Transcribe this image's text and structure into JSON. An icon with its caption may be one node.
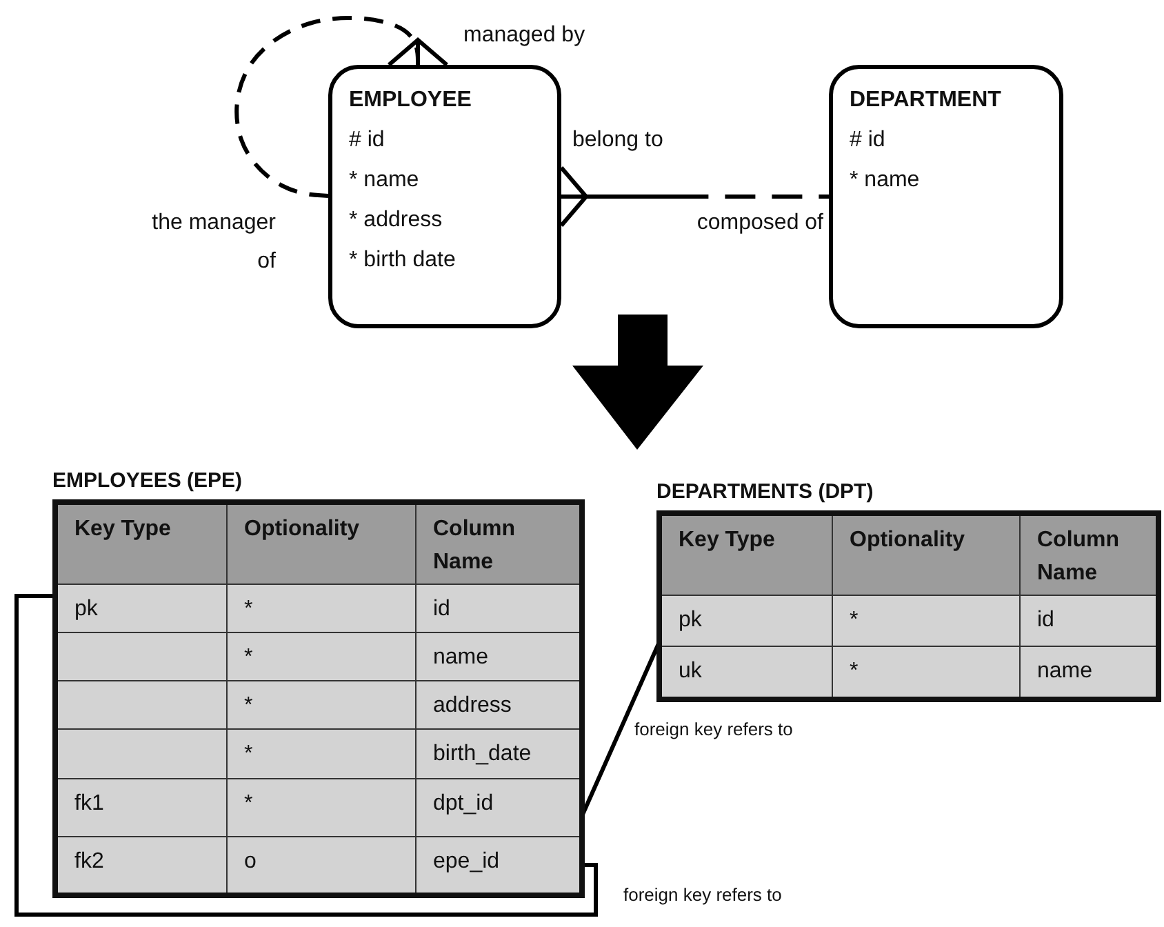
{
  "diagram": {
    "nodes": [
      {
        "text": [
          "EMPLOYEE",
          "# id",
          "* name",
          "* address",
          "* birth date"
        ]
      },
      {
        "text": [
          "DEPARTMENT",
          "# id",
          "* name"
        ]
      },
      {
        "text": [
          "EMPLOYEES (EPE)"
        ]
      },
      {
        "text": [
          "Key Type",
          "Optionality",
          "Column Name"
        ],
        "in": 2
      },
      {
        "text": [
          "pk",
          "*",
          "id"
        ],
        "in": 2
      },
      {
        "text": [
          "*",
          "name"
        ],
        "in": 2
      },
      {
        "text": [
          "*",
          "address"
        ],
        "in": 2
      },
      {
        "text": [
          "*",
          "birth_date"
        ],
        "in": 2
      },
      {
        "text": [
          "fk1",
          "*",
          "dpt_id"
        ],
        "in": 2
      },
      {
        "text": [
          "fk2",
          "o",
          "epe_id"
        ],
        "in": 2
      },
      {
        "text": [
          "DEPARTMENTS (DPT)"
        ]
      },
      {
        "text": [
          "Key Type",
          "Optionality",
          "Column Name"
        ],
        "in": 10
      },
      {
        "text": [
          "pk",
          "*",
          "id"
        ],
        "in": 10
      },
      {
        "text": [
          "uk",
          "*",
          "name"
        ],
        "in": 10
      }
    ],
    "edges": [
      {
        "from": 0,
        "to": 0,
        "arrow": "other",
        "label": "managed by",
        "style": "dashed"
      },
      {
        "from": 0,
        "to": 1,
        "arrow": "other",
        "label": "belong to",
        "style": "dashed"
      },
      {
        "from": 9,
        "to": 4,
        "arrow": "none",
        "label": "foreign key refers to"
      },
      {
        "from": 8,
        "to": 12,
        "arrow": "none",
        "label": "foreign key refers to"
      }
    ],
    "labels": [
      "the manager of",
      "composed of"
    ]
  }
}
